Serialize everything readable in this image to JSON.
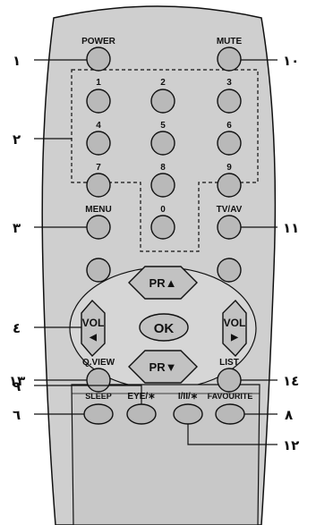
{
  "remote": {
    "buttons": {
      "power": "POWER",
      "mute": "MUTE",
      "digits": [
        "1",
        "2",
        "3",
        "4",
        "5",
        "6",
        "7",
        "8",
        "9",
        "0"
      ],
      "menu": "MENU",
      "tvav": "TV/AV",
      "pr_up": "PR▲",
      "pr_down": "PR▼",
      "vol_left": "VOL",
      "vol_right": "VOL",
      "ok": "OK",
      "qview": "Q.VIEW",
      "list": "LIST",
      "sleep": "SLEEP",
      "eye": "EYE/∗",
      "i_ii": "I/II/∗",
      "favourite": "FAVOURITE"
    }
  },
  "callouts": {
    "c1": "١",
    "c2": "٢",
    "c3": "٣",
    "c4": "٤",
    "c6": "٦",
    "c8": "٨",
    "c9": "٩",
    "c10": "١٠",
    "c11": "١١",
    "c12": "١٢",
    "c13": "١٣",
    "c14": "١٤"
  }
}
